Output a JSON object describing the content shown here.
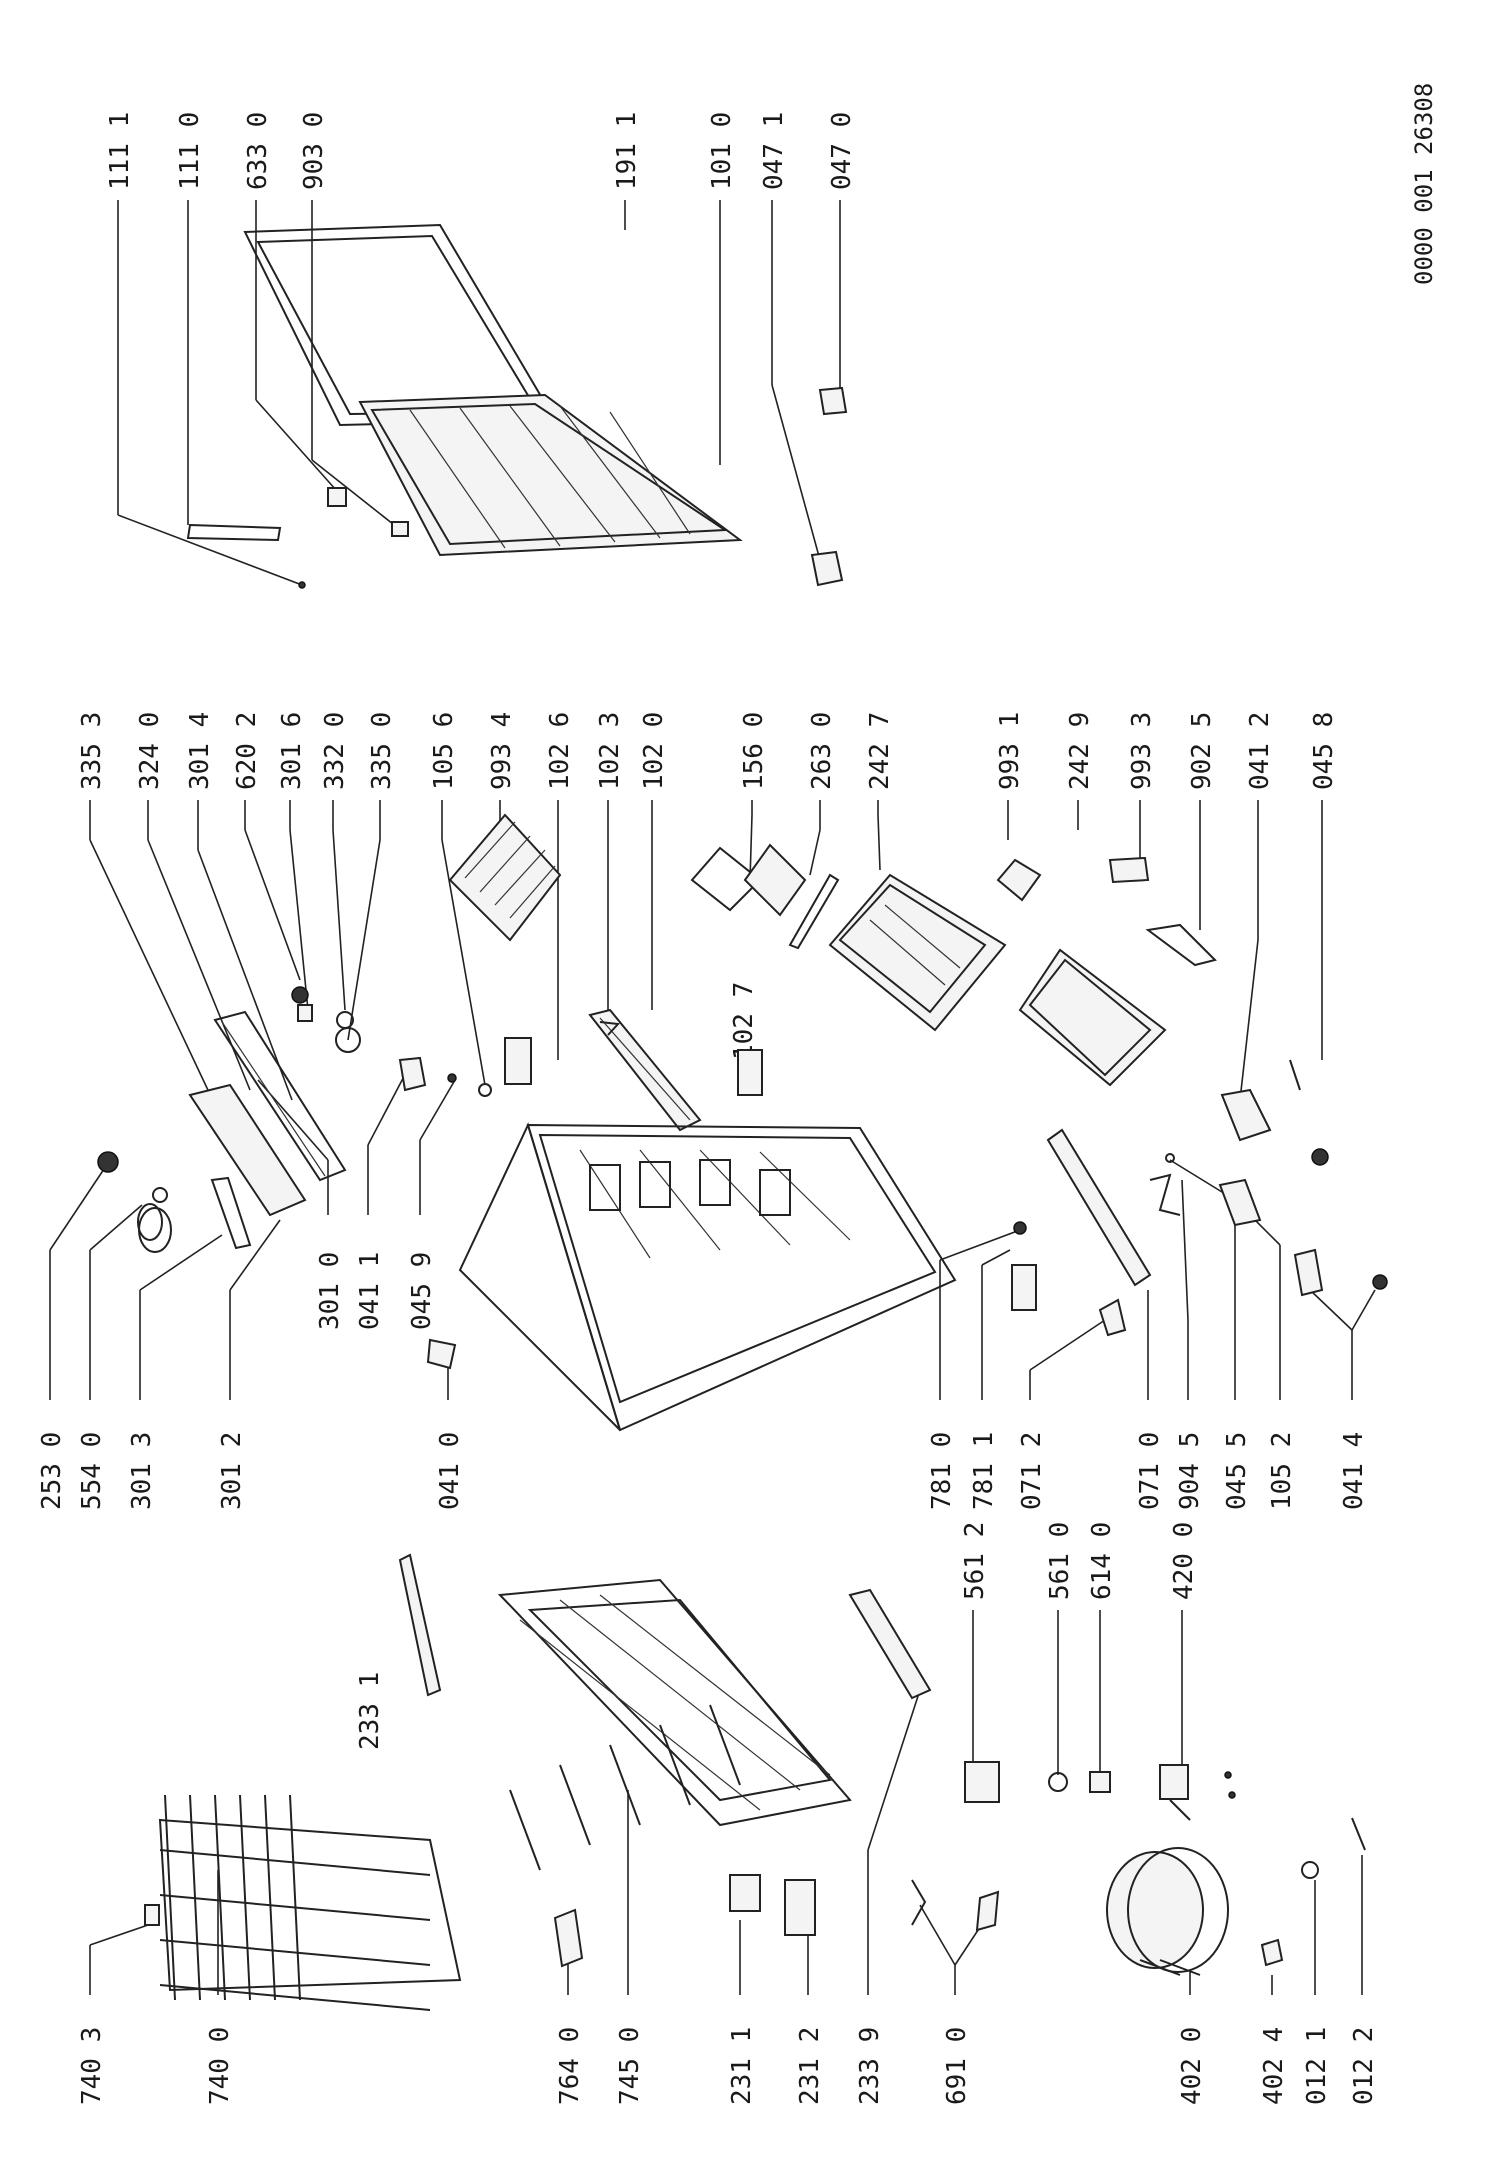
{
  "diagram": {
    "drawing_number": "0000 001 26308",
    "labels": [
      {
        "id": "111_1",
        "text": "111 1"
      },
      {
        "id": "111_0",
        "text": "111 0"
      },
      {
        "id": "633_0",
        "text": "633 0"
      },
      {
        "id": "903_0",
        "text": "903 0"
      },
      {
        "id": "191_1",
        "text": "191 1"
      },
      {
        "id": "101_0",
        "text": "101 0"
      },
      {
        "id": "047_1",
        "text": "047 1"
      },
      {
        "id": "047_0",
        "text": "047 0"
      },
      {
        "id": "335_3",
        "text": "335 3"
      },
      {
        "id": "324_0",
        "text": "324 0"
      },
      {
        "id": "301_4",
        "text": "301 4"
      },
      {
        "id": "620_2",
        "text": "620 2"
      },
      {
        "id": "301_6",
        "text": "301 6"
      },
      {
        "id": "332_0",
        "text": "332 0"
      },
      {
        "id": "335_0",
        "text": "335 0"
      },
      {
        "id": "105_6",
        "text": "105 6"
      },
      {
        "id": "993_4",
        "text": "993 4"
      },
      {
        "id": "102_6",
        "text": "102 6"
      },
      {
        "id": "102_3",
        "text": "102 3"
      },
      {
        "id": "102_0",
        "text": "102 0"
      },
      {
        "id": "156_0",
        "text": "156 0"
      },
      {
        "id": "263_0",
        "text": "263 0"
      },
      {
        "id": "242_7",
        "text": "242 7"
      },
      {
        "id": "993_1",
        "text": "993 1"
      },
      {
        "id": "242_9",
        "text": "242 9"
      },
      {
        "id": "993_3",
        "text": "993 3"
      },
      {
        "id": "902_5",
        "text": "902 5"
      },
      {
        "id": "041_2",
        "text": "041 2"
      },
      {
        "id": "045_8",
        "text": "045 8"
      },
      {
        "id": "102_7",
        "text": "102 7"
      },
      {
        "id": "301_0",
        "text": "301 0"
      },
      {
        "id": "041_1",
        "text": "041 1"
      },
      {
        "id": "045_9",
        "text": "045 9"
      },
      {
        "id": "253_0",
        "text": "253 0"
      },
      {
        "id": "554_0",
        "text": "554 0"
      },
      {
        "id": "301_3",
        "text": "301 3"
      },
      {
        "id": "301_2",
        "text": "301 2"
      },
      {
        "id": "041_0",
        "text": "041 0"
      },
      {
        "id": "781_0",
        "text": "781 0"
      },
      {
        "id": "781_1",
        "text": "781 1"
      },
      {
        "id": "071_2",
        "text": "071 2"
      },
      {
        "id": "071_0",
        "text": "071 0"
      },
      {
        "id": "904_5",
        "text": "904 5"
      },
      {
        "id": "045_5",
        "text": "045 5"
      },
      {
        "id": "105_2",
        "text": "105 2"
      },
      {
        "id": "041_4",
        "text": "041 4"
      },
      {
        "id": "233_1",
        "text": "233 1"
      },
      {
        "id": "561_2",
        "text": "561 2"
      },
      {
        "id": "561_0",
        "text": "561 0"
      },
      {
        "id": "614_0",
        "text": "614 0"
      },
      {
        "id": "420_0",
        "text": "420 0"
      },
      {
        "id": "740_3",
        "text": "740 3"
      },
      {
        "id": "740_0",
        "text": "740 0"
      },
      {
        "id": "764_0",
        "text": "764 0"
      },
      {
        "id": "745_0",
        "text": "745 0"
      },
      {
        "id": "231_1",
        "text": "231 1"
      },
      {
        "id": "231_2",
        "text": "231 2"
      },
      {
        "id": "233_9",
        "text": "233 9"
      },
      {
        "id": "691_0",
        "text": "691 0"
      },
      {
        "id": "402_0",
        "text": "402 0"
      },
      {
        "id": "402_4",
        "text": "402 4"
      },
      {
        "id": "012_1",
        "text": "012 1"
      },
      {
        "id": "012_2",
        "text": "012 2"
      }
    ]
  }
}
